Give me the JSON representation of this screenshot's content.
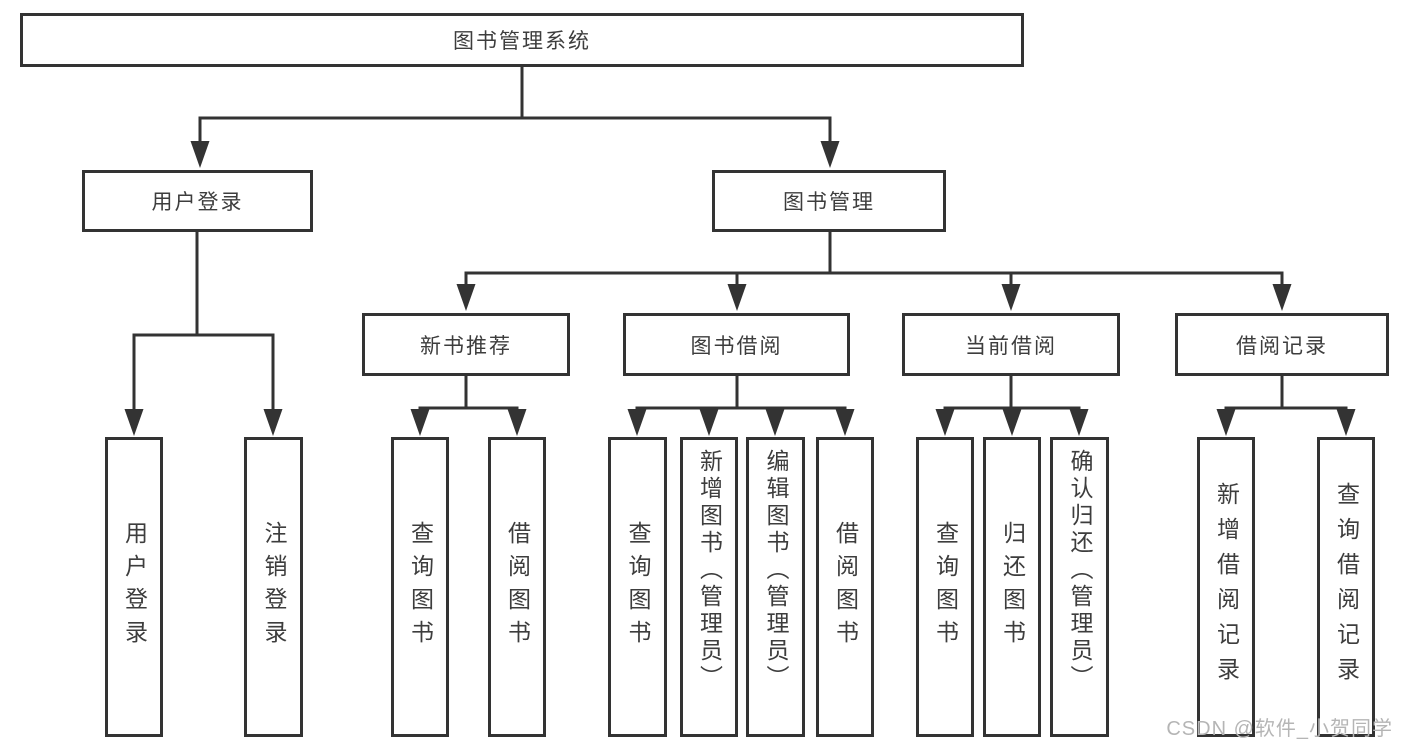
{
  "tree": {
    "root": "图书管理系统",
    "branches": [
      {
        "label": "用户登录",
        "leaves": [
          "用户登录",
          "注销登录"
        ]
      },
      {
        "label": "图书管理",
        "groups": [
          {
            "label": "新书推荐",
            "leaves": [
              "查询图书",
              "借阅图书"
            ]
          },
          {
            "label": "图书借阅",
            "leaves": [
              "查询图书",
              "新增图书（管理员）",
              "编辑图书（管理员）",
              "借阅图书"
            ]
          },
          {
            "label": "当前借阅",
            "leaves": [
              "查询图书",
              "归还图书",
              "确认归还（管理员）"
            ]
          },
          {
            "label": "借阅记录",
            "leaves": [
              "新增借阅记录",
              "查询借阅记录"
            ]
          }
        ]
      }
    ]
  },
  "watermark": "CSDN @软件_小贺同学",
  "colors": {
    "line": "#333333",
    "box_border": "#333333",
    "box_bg": "#ffffff",
    "text": "#3d3d3d",
    "watermark": "#b5b5b5"
  }
}
